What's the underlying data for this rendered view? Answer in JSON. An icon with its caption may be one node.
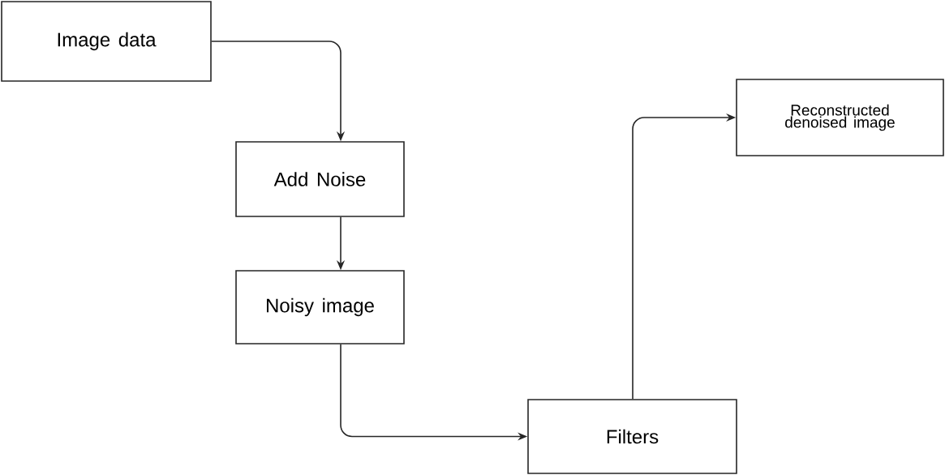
{
  "diagram": {
    "nodes": [
      {
        "text": [
          "Image data"
        ]
      },
      {
        "text": [
          "Add Noise"
        ]
      },
      {
        "text": [
          "Noisy image"
        ]
      },
      {
        "text": [
          "Filters"
        ]
      },
      {
        "text": [
          "Reconstructed denoised image"
        ]
      }
    ],
    "edges": [
      {
        "from": 0,
        "to": 1,
        "arrow": "to"
      },
      {
        "from": 1,
        "to": 2,
        "arrow": "to"
      },
      {
        "from": 2,
        "to": 3,
        "arrow": "to"
      },
      {
        "from": 3,
        "to": 4,
        "arrow": "to"
      }
    ]
  }
}
